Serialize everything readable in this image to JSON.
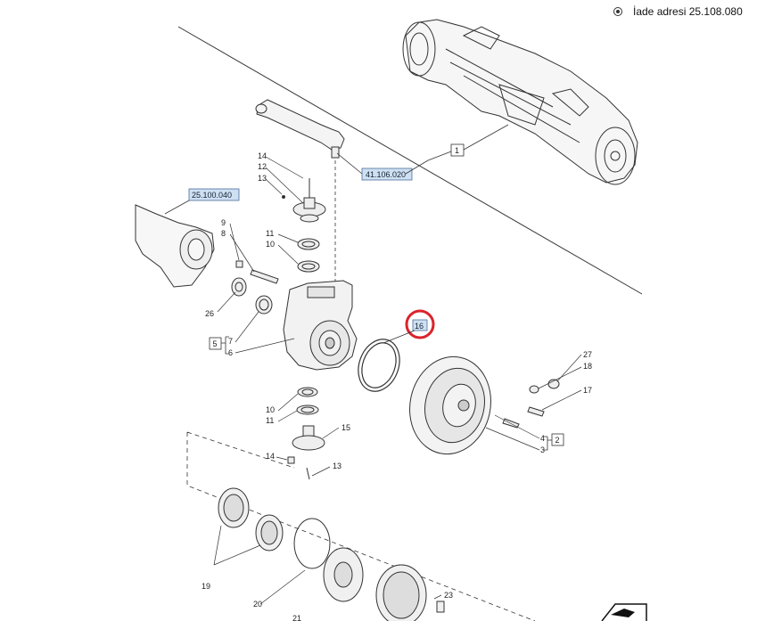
{
  "header": {
    "return_address_text": "İade adresi 25.108.080",
    "icon": "return-circle-icon"
  },
  "references": {
    "ref_41106020": "41.106.020",
    "ref_25100040": "25.100.040",
    "ref_16": "16"
  },
  "boxed_labels": {
    "assembly_1": "1",
    "assembly_5": "5",
    "assembly_2": "2"
  },
  "callouts": {
    "n14a": "14",
    "n12": "12",
    "n13a": "13",
    "n9": "9",
    "n8": "8",
    "n11a": "11",
    "n10a": "10",
    "n26": "26",
    "n7": "7",
    "n6": "6",
    "n10b": "10",
    "n11b": "11",
    "n15": "15",
    "n14b": "14",
    "n13b": "13",
    "n27": "27",
    "n18": "18",
    "n17": "17",
    "n4": "4",
    "n3": "3",
    "n19": "19",
    "n20": "20",
    "n21": "21",
    "n23": "23"
  },
  "colors": {
    "ref_box_fill": "#cfe0f2",
    "ref_box_stroke": "#4a6f9c",
    "highlight_circle": "#d9242b",
    "line": "#333333"
  }
}
